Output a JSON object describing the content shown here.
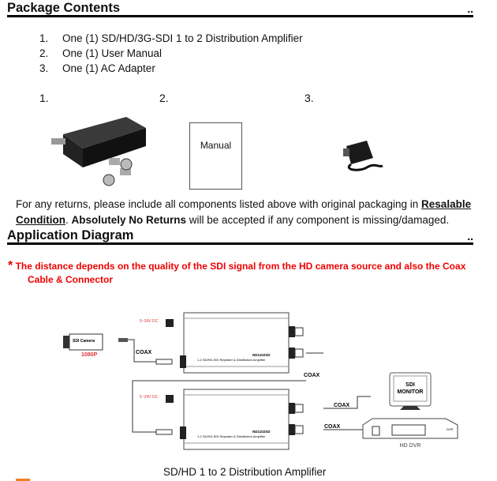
{
  "package": {
    "title": "Package Contents",
    "trail": "..",
    "items": [
      {
        "num": "1.",
        "text": "One (1) SD/HD/3G-SDI 1 to 2 Distribution Amplifier"
      },
      {
        "num": "2.",
        "text": "One (1) User Manual"
      },
      {
        "num": "3.",
        "text": "One (1) AC Adapter"
      }
    ],
    "photo_labels": [
      "1.",
      "2.",
      "3."
    ],
    "manual_label": "Manual"
  },
  "returns": {
    "p1": "For any returns, please include all components listed above with original packaging in ",
    "resalable": "Resalable Condition",
    "p2": ". ",
    "no_returns": "Absolutely No Returns",
    "p3": " will be accepted if any component is missing/damaged."
  },
  "application": {
    "title": "Application Diagram",
    "trail": "..",
    "note_star": "*",
    "note": "The distance depends on the quality of the SDI signal from the HD camera source and also the Coax",
    "note2": "Cable & Connector",
    "diagram": {
      "camera": "SDI Camera",
      "resolution": "1080P",
      "power": "5~24V DC",
      "coax": "COAX",
      "model": "ND1102SD",
      "device_desc": "1-2 SD/HD-SDI Repeater & Distribution Amplifier",
      "monitor_line1": "SDI",
      "monitor_line2": "MONITOR",
      "dvr": "HD DVR",
      "dvr_badge": "DVR"
    },
    "caption": "SD/HD 1 to 2 Distribution Amplifier"
  },
  "colors": {
    "note": "#ee0000",
    "power": "#d33",
    "resolution": "#d33",
    "footer_mark": "#f08020"
  }
}
